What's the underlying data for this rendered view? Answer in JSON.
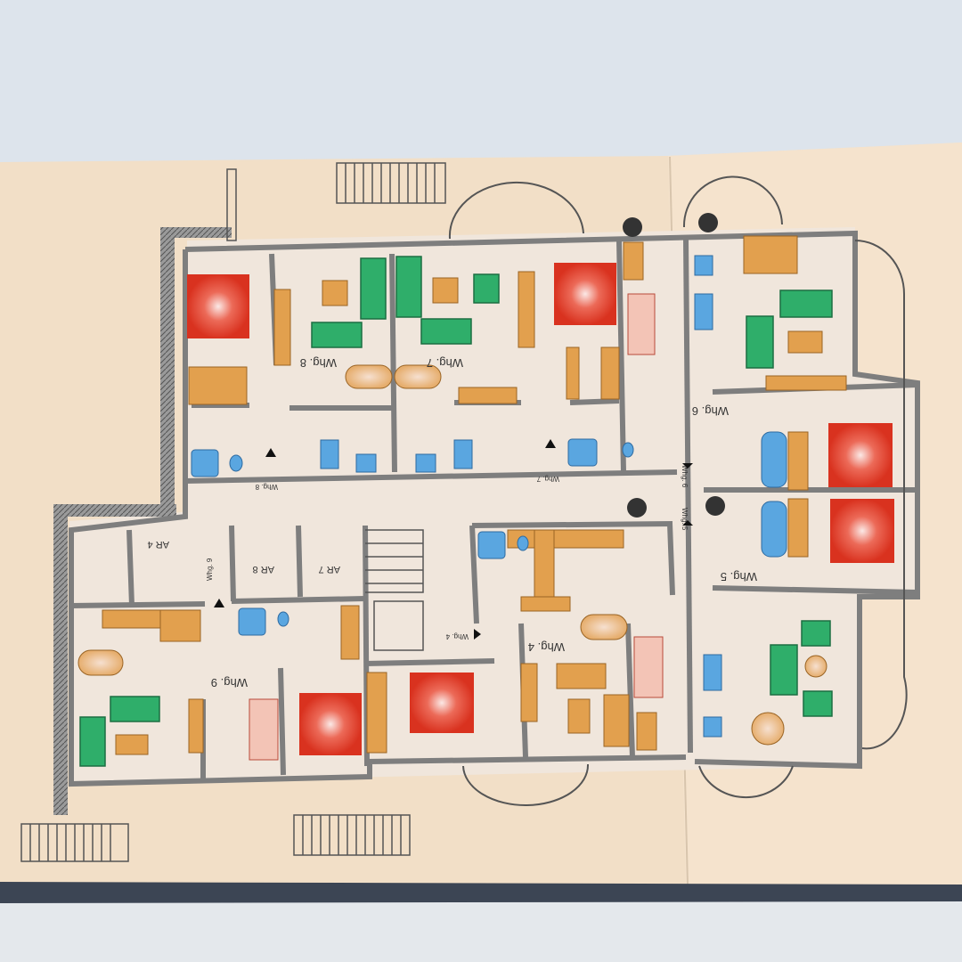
{
  "plan": {
    "apartments": [
      {
        "id": "whg8",
        "label": "Whg. 8"
      },
      {
        "id": "whg7",
        "label": "Whg. 7"
      },
      {
        "id": "whg6",
        "label": "Whg. 6"
      },
      {
        "id": "whg5",
        "label": "Whg. 5"
      },
      {
        "id": "whg4",
        "label": "Whg. 4"
      },
      {
        "id": "whg9",
        "label": "Whg. 9"
      }
    ],
    "storage_rooms": [
      {
        "label": "AR 4"
      },
      {
        "label": "AR 8"
      },
      {
        "label": "AR 7"
      }
    ],
    "entrances": [
      {
        "label": "Whg. 8"
      },
      {
        "label": "Whg. 7"
      },
      {
        "label": "Whg. 9"
      },
      {
        "label": "Whg. 4"
      },
      {
        "label": "Whg. 6"
      },
      {
        "label": "Whg. 5"
      }
    ],
    "colors": {
      "paper": "#f2dfc7",
      "wall": "#8a8a8a",
      "bed": "#e0392b",
      "sofa": "#2fae6a",
      "furniture": "#e2a04e",
      "sanitary": "#5aa6e0",
      "background": "#dfe5ec"
    }
  }
}
